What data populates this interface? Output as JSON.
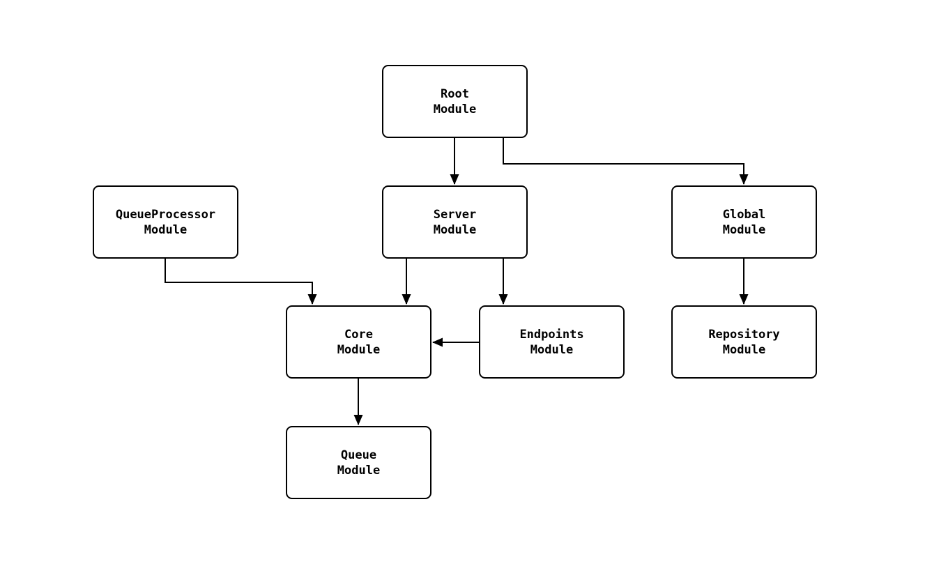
{
  "diagram": {
    "type": "module-dependency-graph",
    "nodes": {
      "root": {
        "line1": "Root",
        "line2": "Module"
      },
      "queueprocessor": {
        "line1": "QueueProcessor",
        "line2": "Module"
      },
      "server": {
        "line1": "Server",
        "line2": "Module"
      },
      "global": {
        "line1": "Global",
        "line2": "Module"
      },
      "core": {
        "line1": "Core",
        "line2": "Module"
      },
      "endpoints": {
        "line1": "Endpoints",
        "line2": "Module"
      },
      "repository": {
        "line1": "Repository",
        "line2": "Module"
      },
      "queue": {
        "line1": "Queue",
        "line2": "Module"
      }
    },
    "edges": [
      {
        "from": "Root Module",
        "to": "Server Module"
      },
      {
        "from": "Root Module",
        "to": "Global Module"
      },
      {
        "from": "QueueProcessor Module",
        "to": "Core Module"
      },
      {
        "from": "Server Module",
        "to": "Core Module"
      },
      {
        "from": "Server Module",
        "to": "Endpoints Module"
      },
      {
        "from": "Endpoints Module",
        "to": "Core Module"
      },
      {
        "from": "Global Module",
        "to": "Repository Module"
      },
      {
        "from": "Core Module",
        "to": "Queue Module"
      }
    ],
    "colors": {
      "background": "#ffffff",
      "node_fill": "#ffffff",
      "node_border": "#000000",
      "edge": "#000000",
      "text": "#000000"
    }
  }
}
